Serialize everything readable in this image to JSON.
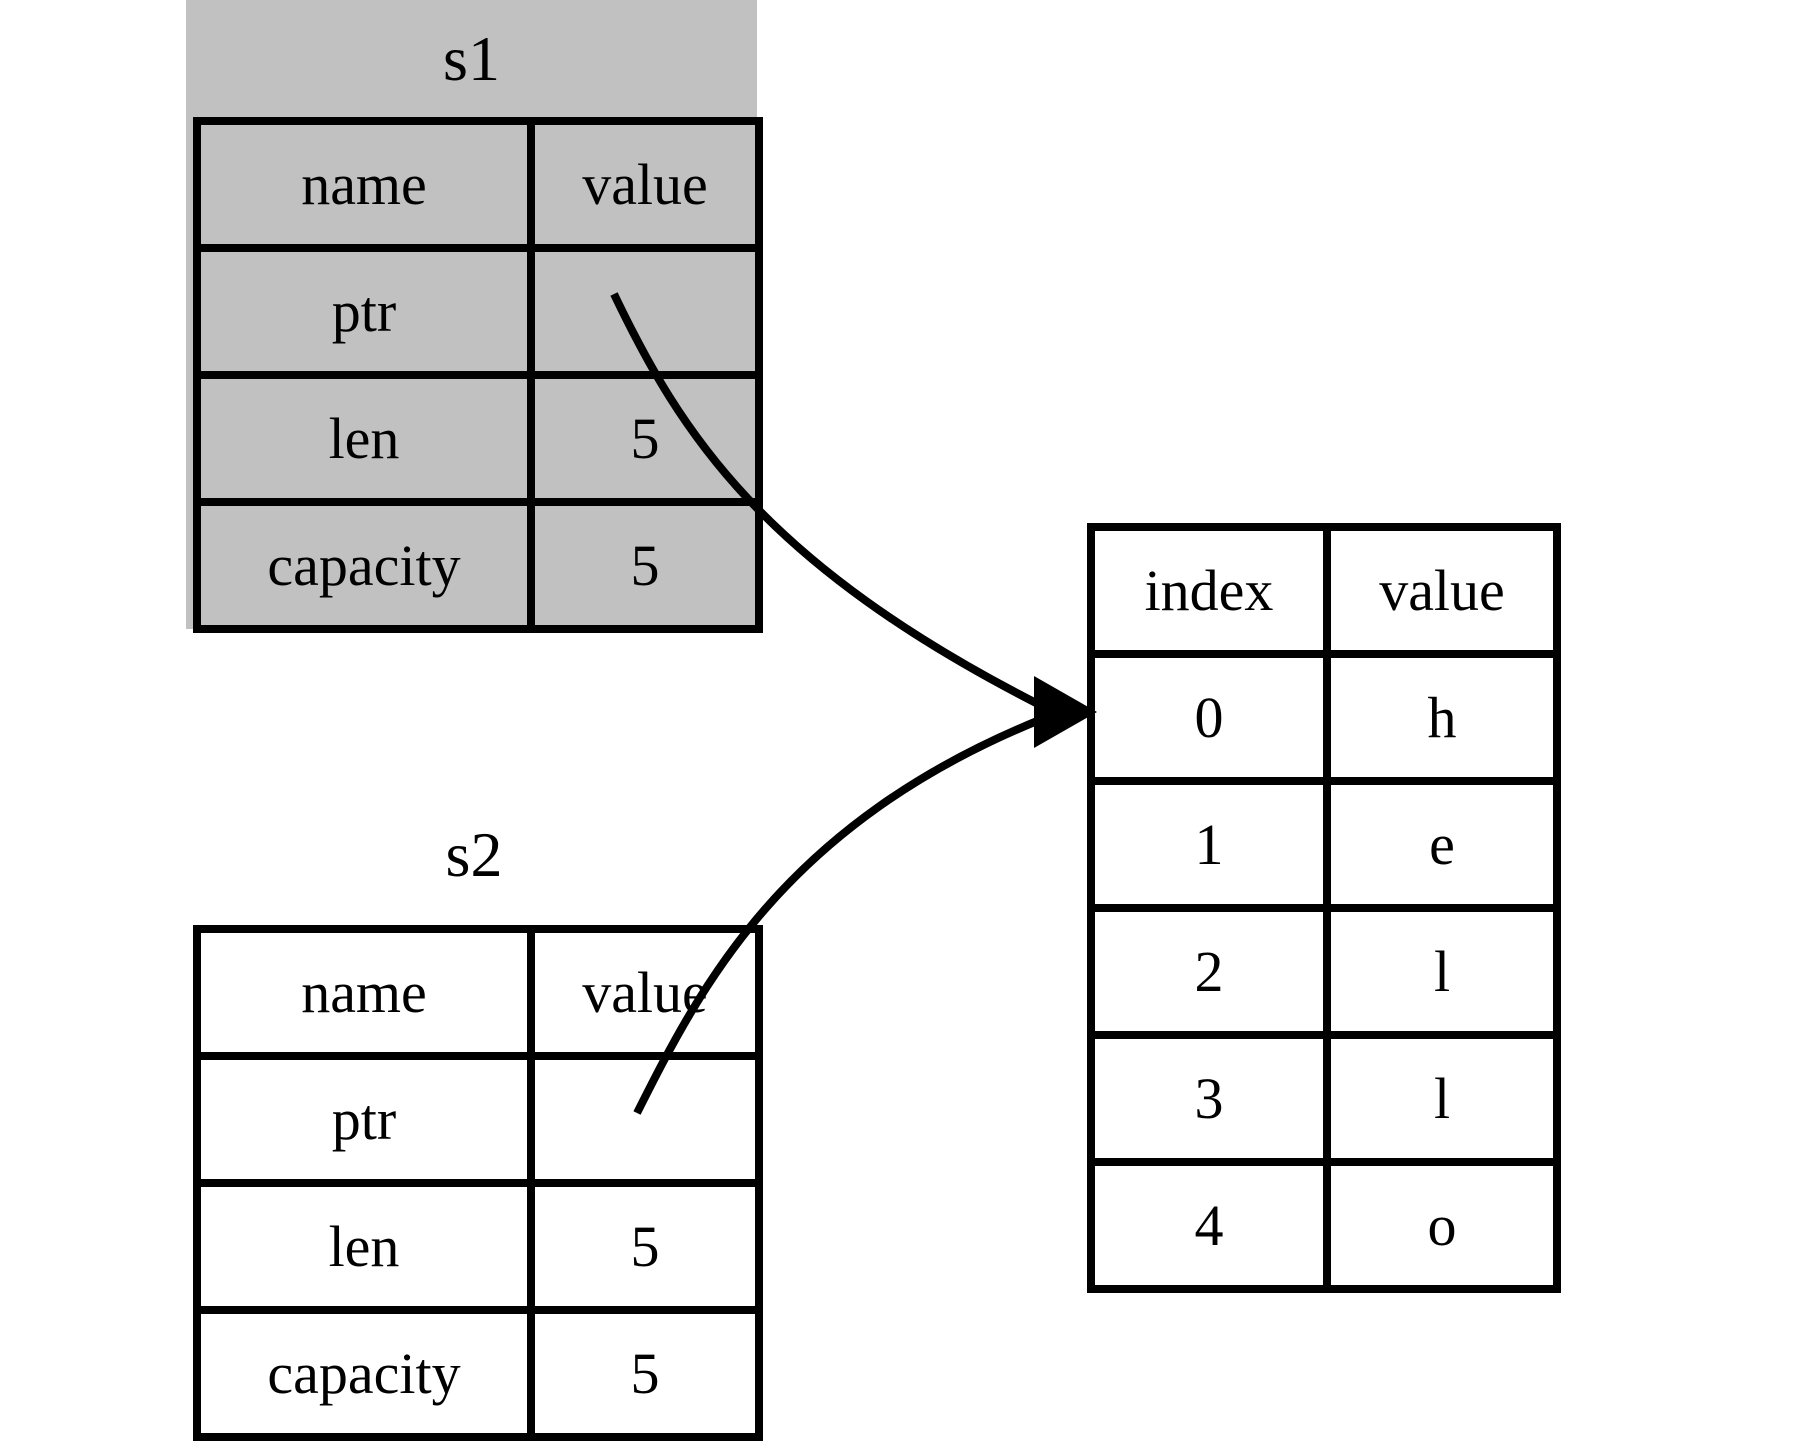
{
  "colors": {
    "moved_struct_bg": "#c1c1c1",
    "valid_struct_bg": "#ffffff",
    "line": "#000000",
    "canvas_bg": "#ffffff"
  },
  "s1": {
    "title": "s1",
    "columns": [
      "name",
      "value"
    ],
    "rows": [
      [
        "ptr",
        ""
      ],
      [
        "len",
        "5"
      ],
      [
        "capacity",
        "5"
      ]
    ]
  },
  "s2": {
    "title": "s2",
    "columns": [
      "name",
      "value"
    ],
    "rows": [
      [
        "ptr",
        ""
      ],
      [
        "len",
        "5"
      ],
      [
        "capacity",
        "5"
      ]
    ]
  },
  "heap": {
    "columns": [
      "index",
      "value"
    ],
    "rows": [
      [
        "0",
        "h"
      ],
      [
        "1",
        "e"
      ],
      [
        "2",
        "l"
      ],
      [
        "3",
        "l"
      ],
      [
        "4",
        "o"
      ]
    ]
  }
}
